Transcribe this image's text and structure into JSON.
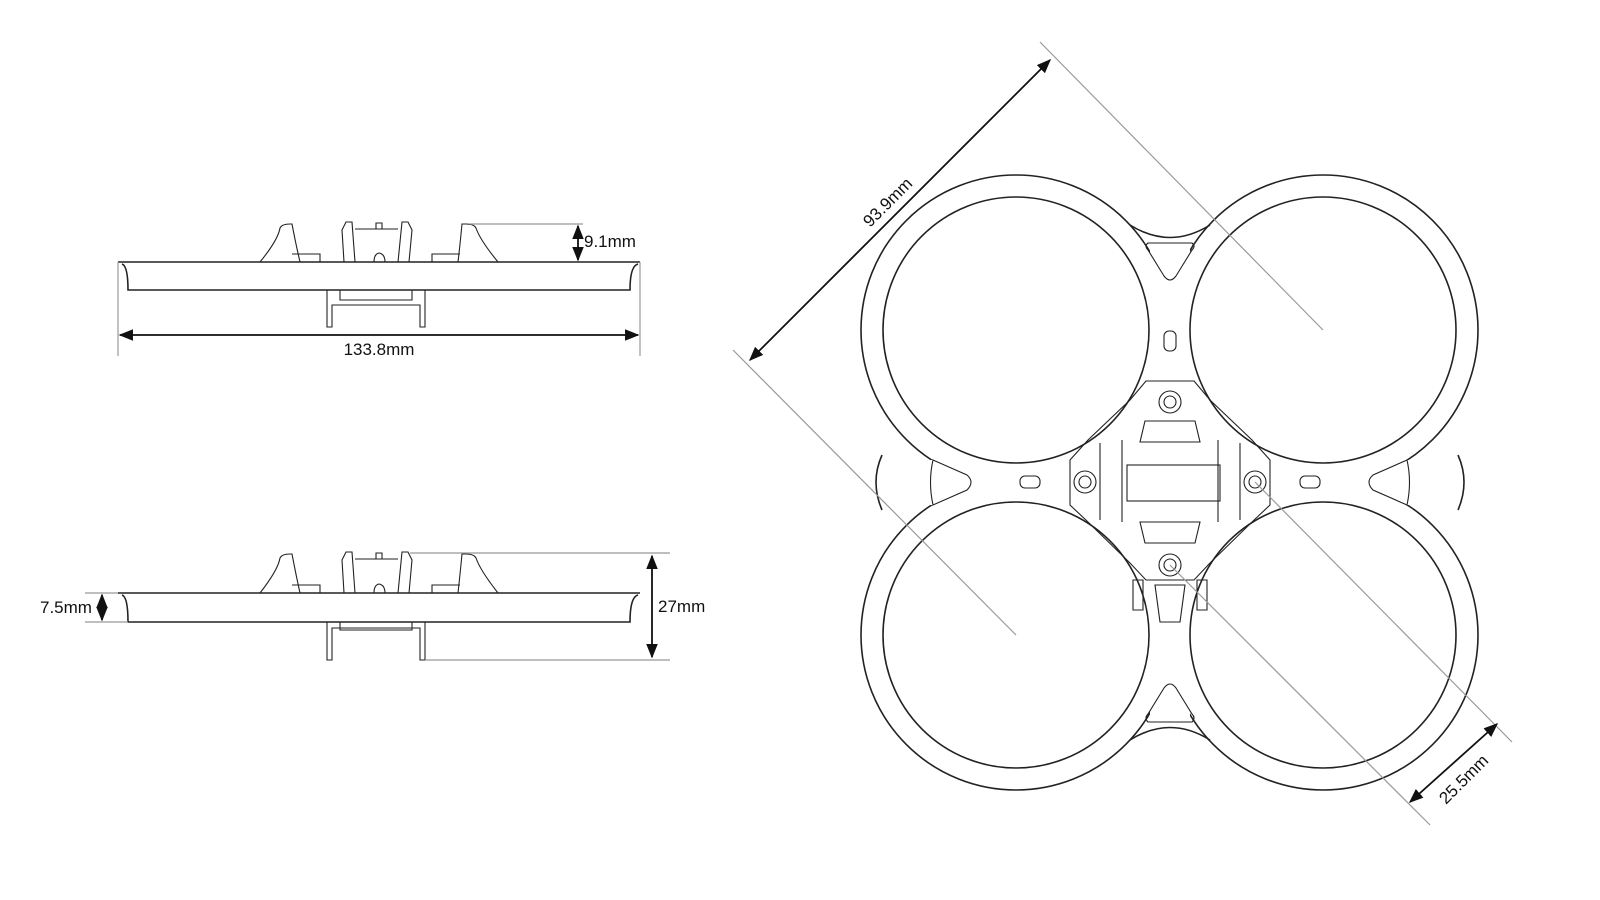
{
  "dimensions": {
    "side_height_top": "9.1mm",
    "overall_width": "133.8mm",
    "plate_thickness": "7.5mm",
    "total_height": "27mm",
    "duct_spacing": "93.9mm",
    "duct_radius": "25.5mm"
  },
  "colors": {
    "line": "#222222",
    "extension": "#999999",
    "background": "#ffffff"
  }
}
